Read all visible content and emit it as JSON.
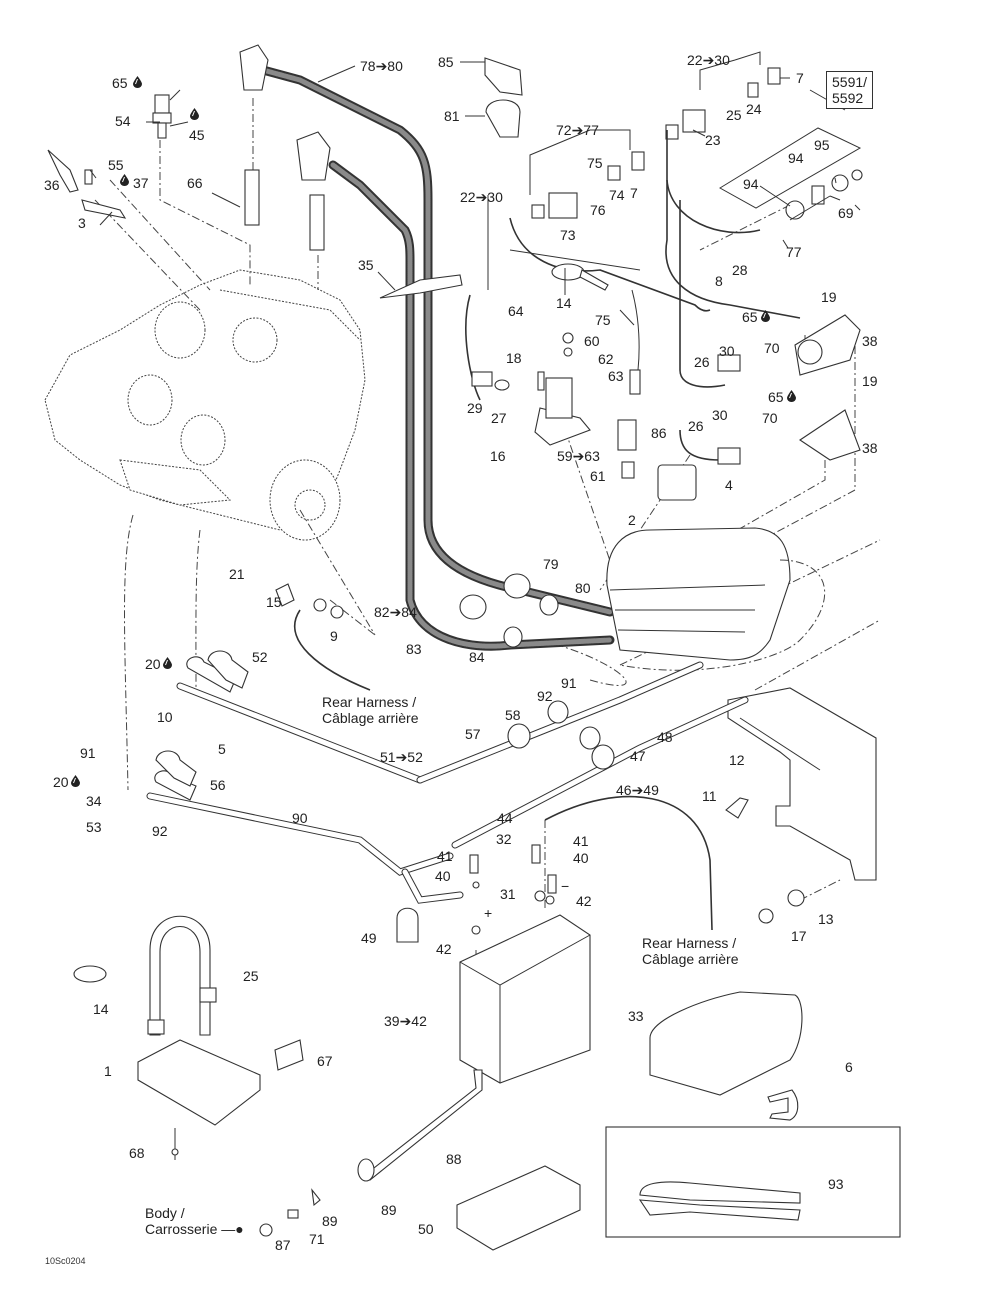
{
  "diagram": {
    "drawing_id": "10Sc0204",
    "model_box": {
      "line1": "5591/",
      "line2": "5592"
    },
    "notes": {
      "rear_harness_1": {
        "en": "Rear Harness /",
        "fr": "Câblage arrière"
      },
      "rear_harness_2": {
        "en": "Rear Harness /",
        "fr": "Câblage arrière"
      },
      "body": {
        "en": "Body /",
        "fr": "Carrosserie"
      }
    },
    "symbols": {
      "drop": "drop-icon (apply compound)",
      "plus": "+",
      "minus": "−"
    },
    "callouts": {
      "c65a": "65",
      "c54": "54",
      "c45": "45",
      "c36": "36",
      "c55": "55",
      "c37": "37",
      "c3": "3",
      "c66": "66",
      "c78_80": "78➔80",
      "c85": "85",
      "c81": "81",
      "c35": "35",
      "c72_77": "72➔77",
      "c75a": "75",
      "c74": "74",
      "c7a": "7",
      "c76": "76",
      "c73": "73",
      "c22_30a": "22➔30",
      "c22_30b": "22➔30",
      "c7b": "7",
      "c24": "24",
      "c25a": "25",
      "c23": "23",
      "c95": "95",
      "c94a": "94",
      "c94b": "94",
      "c69": "69",
      "c77": "77",
      "c28": "28",
      "c8": "8",
      "c14a": "14",
      "c64": "64",
      "c75b": "75",
      "c60": "60",
      "c62": "62",
      "c63": "63",
      "c18": "18",
      "c29": "29",
      "c27": "27",
      "c16": "16",
      "c59_63": "59➔63",
      "c61": "61",
      "c86": "86",
      "c4": "4",
      "c19a": "19",
      "c65b": "65",
      "c70a": "70",
      "c38a": "38",
      "c30a": "30",
      "c26a": "26",
      "c19b": "19",
      "c65c": "65",
      "c70b": "70",
      "c30b": "30",
      "c26b": "26",
      "c38b": "38",
      "c2": "2",
      "c79": "79",
      "c80": "80",
      "c82_84": "82➔84",
      "c83": "83",
      "c84": "84",
      "c21": "21",
      "c15": "15",
      "c9": "9",
      "c20a": "20",
      "c52": "52",
      "c10": "10",
      "c5": "5",
      "c91a": "91",
      "c20b": "20",
      "c56": "56",
      "c34": "34",
      "c53": "53",
      "c92a": "92",
      "c51_52": "51➔52",
      "c90": "90",
      "c91b": "91",
      "c92b": "92",
      "c58": "58",
      "c57": "57",
      "c48": "48",
      "c47": "47",
      "c46_49": "46➔49",
      "c12": "12",
      "c11": "11",
      "c44": "44",
      "c32": "32",
      "c41a": "41",
      "c40a": "40",
      "c41b": "41",
      "c40b": "40",
      "c31": "31",
      "c42a": "42",
      "c42b": "42",
      "c49": "49",
      "c39_42": "39➔42",
      "c13": "13",
      "c17": "17",
      "c25b": "25",
      "c14b": "14",
      "c1": "1",
      "c67": "67",
      "c68": "68",
      "c33": "33",
      "c6": "6",
      "c88": "88",
      "c89a": "89",
      "c89b": "89",
      "c71": "71",
      "c87": "87",
      "c50": "50",
      "c93": "93"
    }
  }
}
